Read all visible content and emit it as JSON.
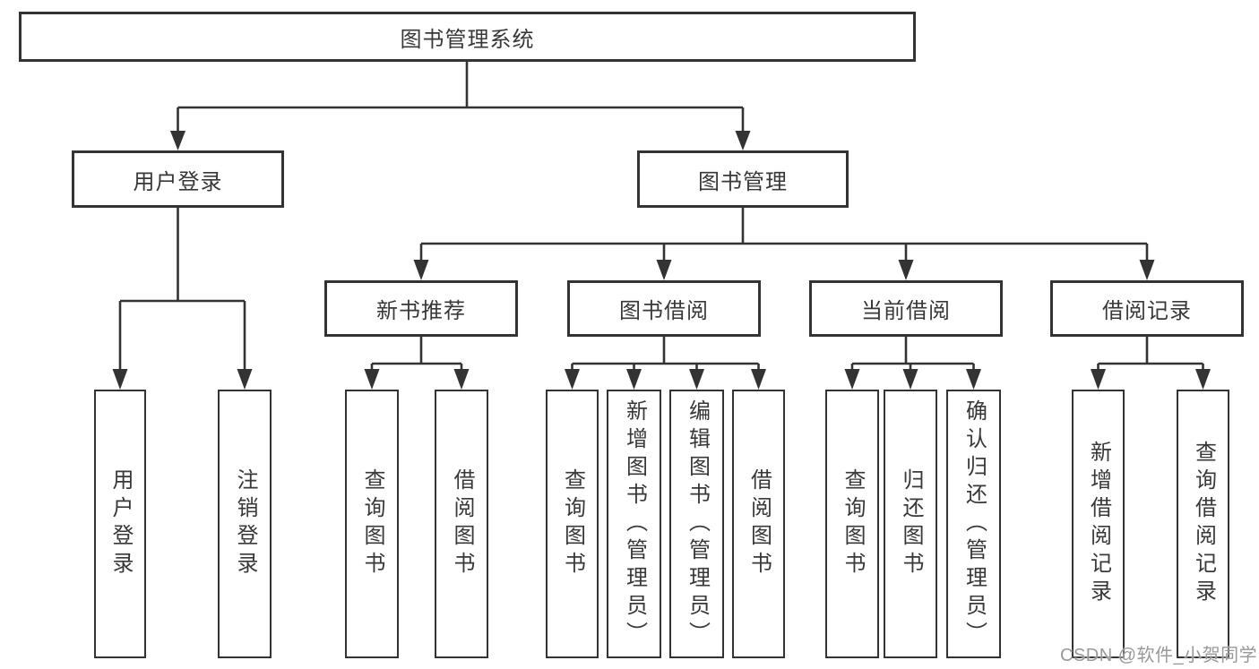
{
  "diagram": {
    "root": {
      "label": "图书管理系统"
    },
    "level2": [
      {
        "id": "user-login",
        "label": "用户登录"
      },
      {
        "id": "book-management",
        "label": "图书管理"
      }
    ],
    "level3": [
      {
        "id": "new-book-recommendation",
        "label": "新书推荐"
      },
      {
        "id": "book-borrowing",
        "label": "图书借阅"
      },
      {
        "id": "current-borrowing",
        "label": "当前借阅"
      },
      {
        "id": "borrowing-records",
        "label": "借阅记录"
      }
    ],
    "leaves": [
      {
        "id": "user-login-leaf",
        "label": "用户登录"
      },
      {
        "id": "logout",
        "label": "注销登录"
      },
      {
        "id": "query-books-recommend",
        "label": "查询图书"
      },
      {
        "id": "borrow-books-recommend",
        "label": "借阅图书"
      },
      {
        "id": "query-books-borrowing",
        "label": "查询图书"
      },
      {
        "id": "add-books-admin",
        "label": "新增图书（管理员）"
      },
      {
        "id": "edit-books-admin",
        "label": "编辑图书（管理员）"
      },
      {
        "id": "borrow-books",
        "label": "借阅图书"
      },
      {
        "id": "query-books-current",
        "label": "查询图书"
      },
      {
        "id": "return-books",
        "label": "归还图书"
      },
      {
        "id": "confirm-return-admin",
        "label": "确认归还（管理员）"
      },
      {
        "id": "add-borrow-record",
        "label": "新增借阅记录"
      },
      {
        "id": "query-borrow-record",
        "label": "查询借阅记录"
      }
    ],
    "watermark": "CSDN @软件_小贺同学",
    "colors": {
      "line": "#333333",
      "text": "#383838",
      "watermark_text": "#999999",
      "background": "#ffffff"
    }
  }
}
